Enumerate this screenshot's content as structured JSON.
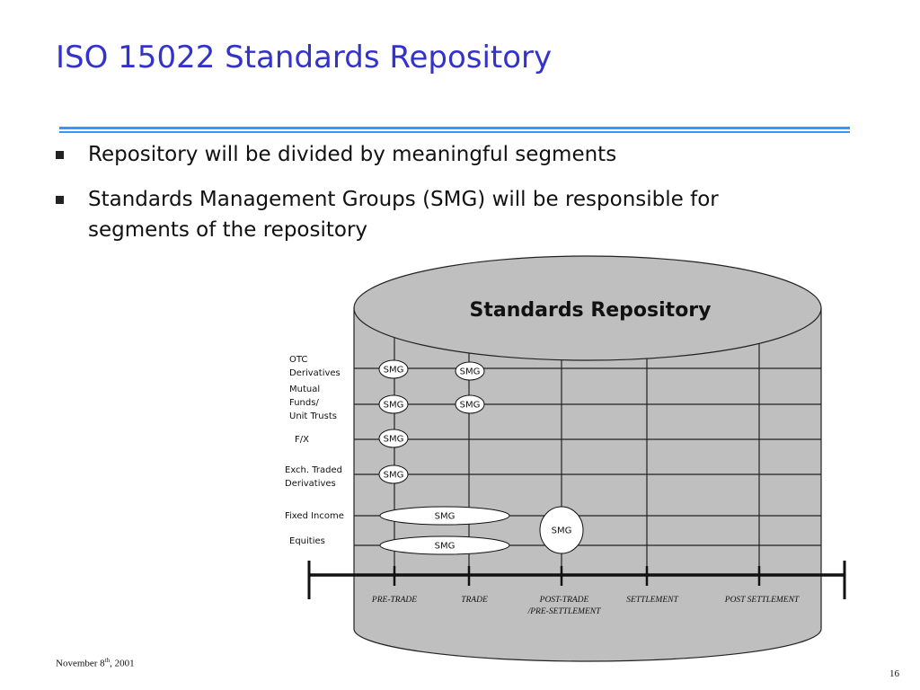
{
  "slide": {
    "title": "ISO 15022 Standards Repository",
    "bullets": [
      "Repository will be divided by meaningful segments",
      "Standards Management Groups (SMG) will be responsible for segments of the repository"
    ],
    "footer_date_prefix": "November 8",
    "footer_date_sup": "th",
    "footer_date_suffix": ", 2001",
    "page_number": "16"
  },
  "diagram": {
    "title": "Standards Repository",
    "smg_label": "SMG",
    "rows": [
      {
        "lines": [
          "OTC",
          "Derivatives"
        ]
      },
      {
        "lines": [
          "Mutual",
          "Funds/",
          "Unit Trusts"
        ]
      },
      {
        "lines": [
          "F/X"
        ]
      },
      {
        "lines": [
          "Exch. Traded",
          "Derivatives"
        ]
      },
      {
        "lines": [
          "Fixed Income"
        ]
      },
      {
        "lines": [
          "Equities"
        ]
      }
    ],
    "stages": [
      {
        "lines": [
          "PRE-TRADE"
        ]
      },
      {
        "lines": [
          "TRADE"
        ]
      },
      {
        "lines": [
          "POST-TRADE",
          "/PRE-SETTLEMENT"
        ]
      },
      {
        "lines": [
          "SETTLEMENT"
        ]
      },
      {
        "lines": [
          "POST  SETTLEMENT"
        ]
      }
    ],
    "colors": {
      "cylinder_fill": "#bfbfbf",
      "grid": "#222222",
      "smg_fill": "#ffffff",
      "title_color": "#3333cc",
      "rule_color": "#3399ff"
    }
  }
}
